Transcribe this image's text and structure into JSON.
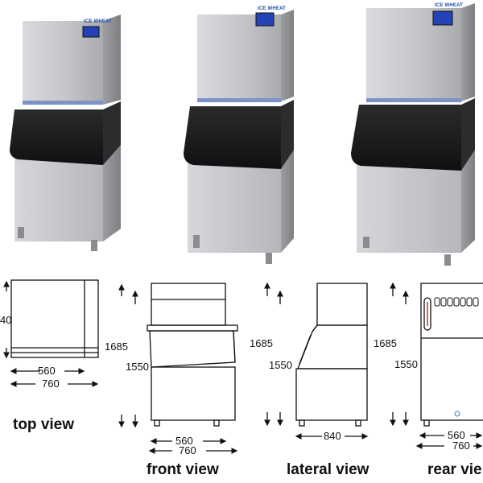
{
  "brand": "ICE WHEAT",
  "colors": {
    "body_steel": "#c9cbce",
    "bin_door": "#1b1c1e",
    "display": "#2342b8",
    "line": "#111111"
  },
  "views": [
    {
      "label": "top view"
    },
    {
      "label": "front view"
    },
    {
      "label": "lateral view"
    },
    {
      "label": "rear vie"
    }
  ],
  "dimensions": {
    "top": {
      "depth": "40",
      "width_inner": "560",
      "width_outer": "760"
    },
    "front": {
      "height_total": "1685",
      "height_body": "1550",
      "width_inner": "560",
      "width_outer": "760"
    },
    "lateral": {
      "height_total": "1685",
      "height_body": "1550",
      "depth": "840"
    },
    "rear": {
      "height_total": "1685",
      "height_body": "1550",
      "width_inner": "560",
      "width_outer": "760"
    }
  }
}
